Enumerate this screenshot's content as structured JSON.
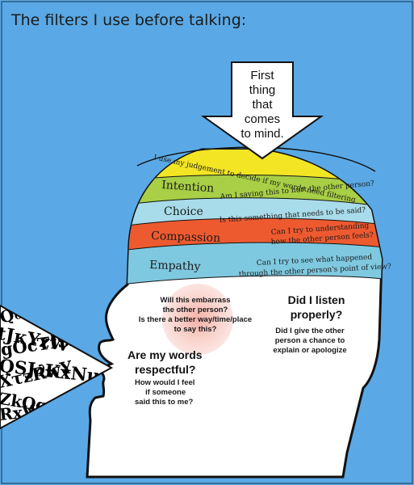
{
  "title": "The filters I use before talking:",
  "arrow": {
    "lines": [
      "First",
      "thing",
      "that",
      "comes",
      "to mind."
    ]
  },
  "bands": [
    {
      "name": "",
      "question": "I use my judgement to decide if my words need filtering",
      "color": "#f3e524"
    },
    {
      "name": "Intention",
      "question": "Am I saying this to hurt the other person?",
      "color": "#a8cf45"
    },
    {
      "name": "Choice",
      "question": "Is this something that needs to be said?",
      "color": "#a9dcea"
    },
    {
      "name": "Compassion",
      "question_lines": [
        "Can I try to understanding",
        "how the other person feels?"
      ],
      "color": "#ee5a30"
    },
    {
      "name": "Empathy",
      "question_lines": [
        "Can I try to see what happened",
        "through the other person's point of view?"
      ],
      "color": "#7fc9e0"
    }
  ],
  "face": {
    "embarrass_lines": [
      "Will this embarrass",
      "the other person?",
      "Is there a better way/time/place",
      "to say this?"
    ],
    "listen_heading_lines": [
      "Did I listen",
      "properly?"
    ],
    "listen_lines": [
      "Did I give the other",
      "person a chance to",
      "explain or apologize"
    ],
    "respect_heading_lines": [
      "Are my words",
      "respectful?"
    ],
    "respect_lines": [
      "How would I feel",
      "if someone",
      "said this to me?"
    ]
  },
  "colors": {
    "background": "#5aa9e6",
    "head": "#ffffff",
    "outline": "#111111",
    "highlight": "#f5b8b0"
  }
}
